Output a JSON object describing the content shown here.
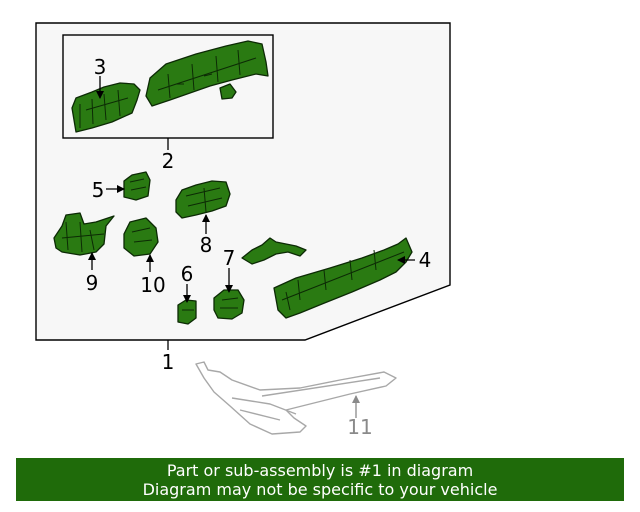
{
  "callouts": {
    "c1": "1",
    "c2": "2",
    "c3": "3",
    "c4": "4",
    "c5": "5",
    "c6": "6",
    "c7": "7",
    "c8": "8",
    "c9": "9",
    "c10": "10",
    "c11": "11"
  },
  "banner": {
    "line1": "Part or sub-assembly is #1 in diagram",
    "line2": "Diagram may not be specific to your vehicle"
  },
  "colors": {
    "part_fill": "#2a7a12",
    "banner_bg": "#1f6b0a",
    "ghost_part": "#a8a8a8"
  }
}
